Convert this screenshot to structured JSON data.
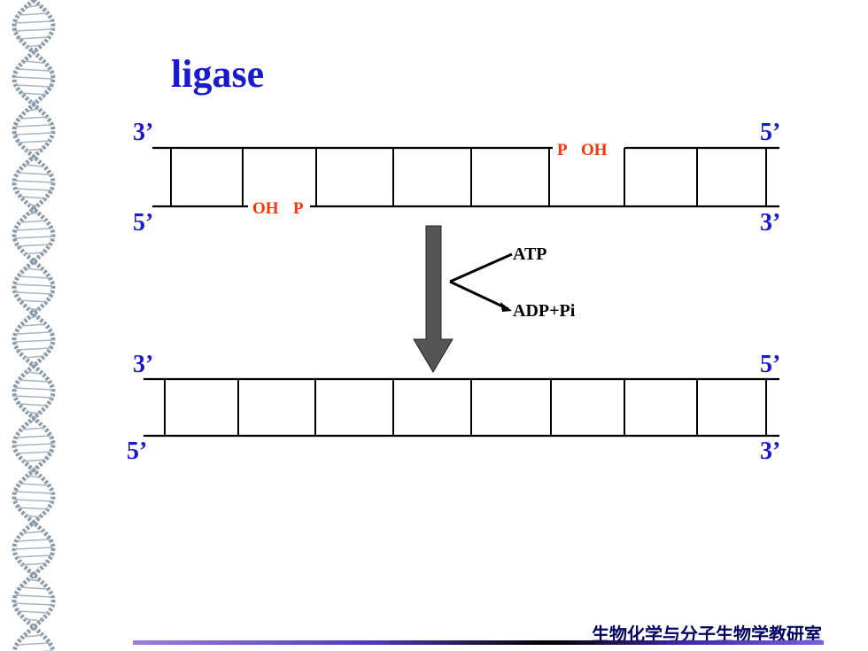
{
  "title": "ligase",
  "footer": "生物化学与分子生物学教研室",
  "colors": {
    "title": "#1a1ad0",
    "end_label": "#1a1ad0",
    "nick_label": "#ff3300",
    "arrow": "#555555",
    "line": "#000000"
  },
  "top_duplex": {
    "left_top_end": "3’",
    "left_bottom_end": "5’",
    "right_top_end": "5’",
    "right_bottom_end": "3’",
    "top_nick": {
      "left": "P",
      "right": "OH"
    },
    "bottom_nick": {
      "left": "OH",
      "right": "P"
    }
  },
  "reaction": {
    "input": "ATP",
    "output": "ADP+Pi"
  },
  "bottom_duplex": {
    "left_top_end": "3’",
    "left_bottom_end": "5’",
    "right_top_end": "5’",
    "right_bottom_end": "3’"
  }
}
